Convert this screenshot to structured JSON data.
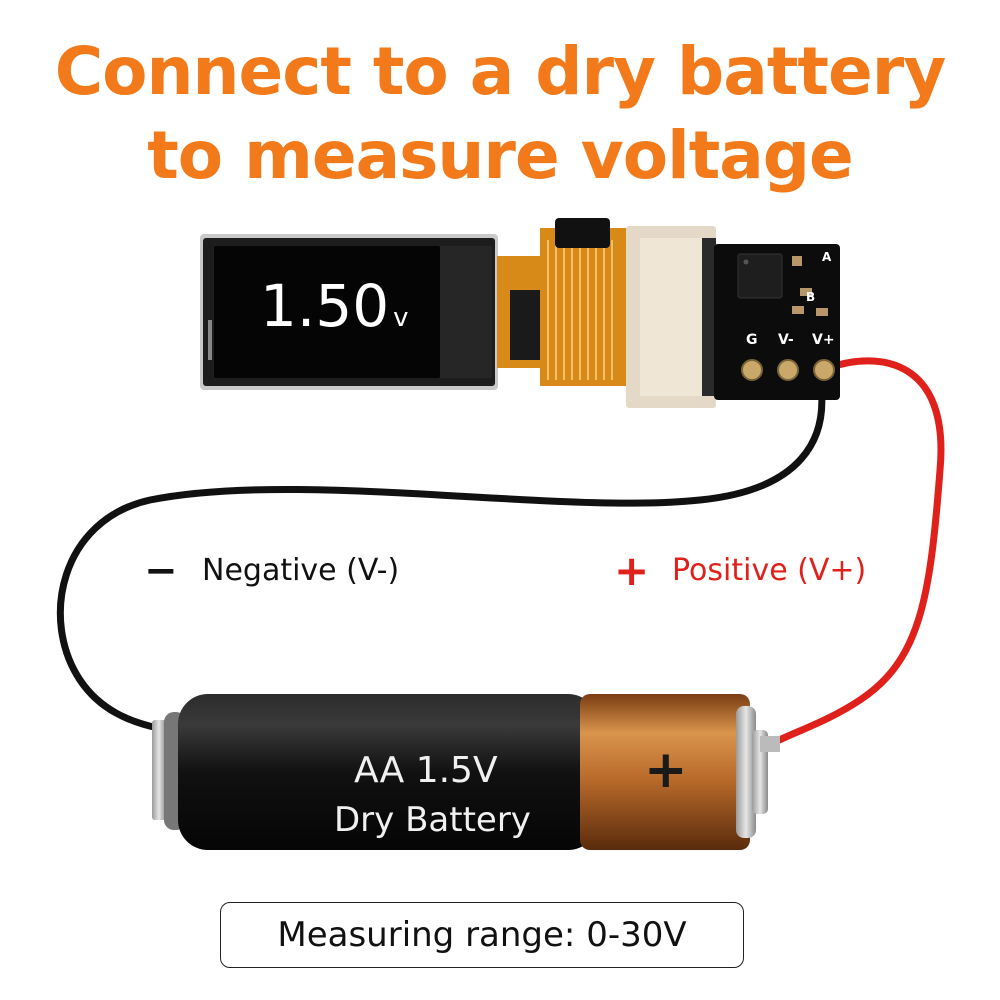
{
  "headline": {
    "line1": "Connect to a dry battery",
    "line2": "to measure voltage"
  },
  "display": {
    "reading": "1.50",
    "unit": "v"
  },
  "board": {
    "pin_labels": [
      "G",
      "V-",
      "V+"
    ],
    "chip_labels": [
      "A",
      "B"
    ]
  },
  "labels": {
    "negative_symbol": "−",
    "negative_text": "Negative (V-)",
    "positive_symbol": "+",
    "positive_text": "Positive (V+)"
  },
  "battery": {
    "line1": "AA 1.5V",
    "line2": "Dry Battery",
    "plus_mark": "+"
  },
  "footer": {
    "range_text": "Measuring range: 0-30V"
  },
  "colors": {
    "accent_orange": "#f27a1a",
    "positive_red": "#e0201b",
    "negative_black": "#111111",
    "battery_body": "#141414",
    "battery_cap": "#b86a2a"
  }
}
